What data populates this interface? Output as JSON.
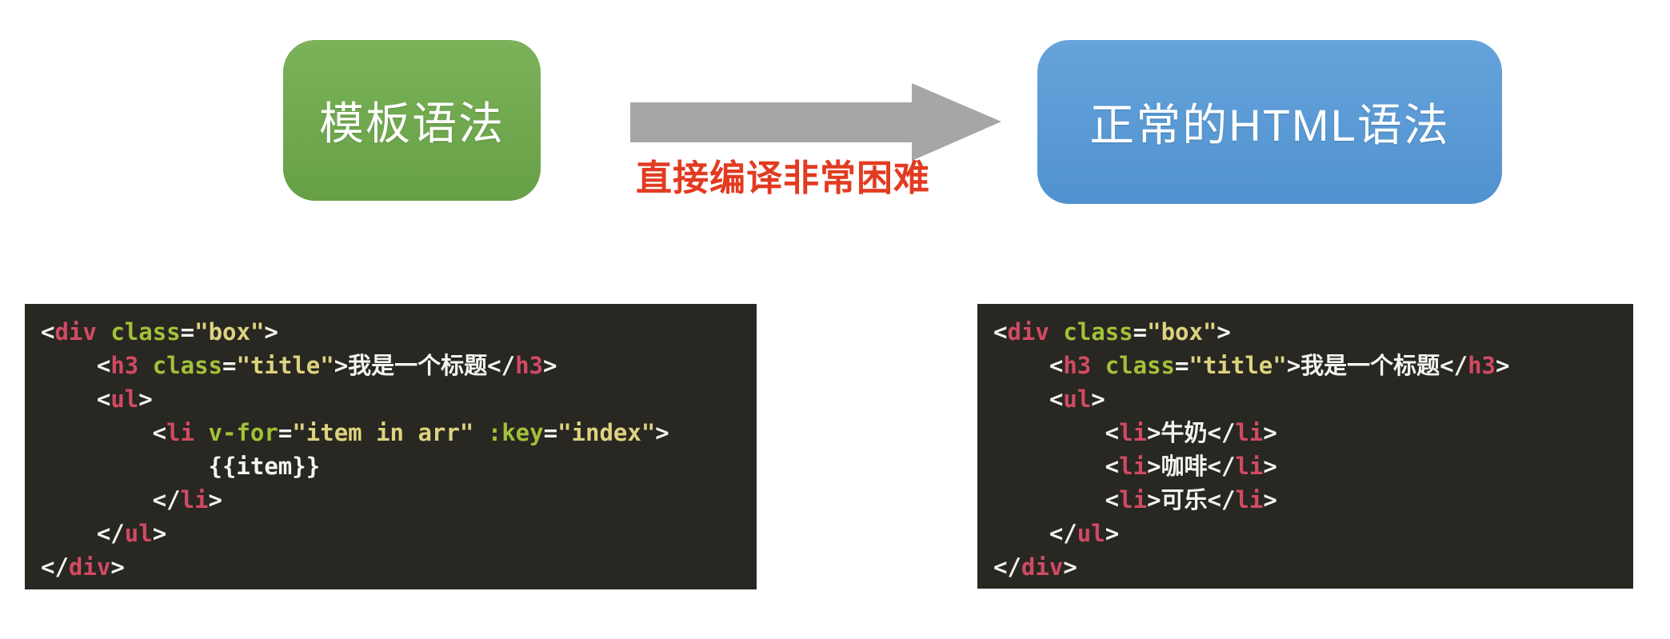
{
  "diagram": {
    "left_box": {
      "label": "模板语法"
    },
    "right_box": {
      "label": "正常的HTML语法"
    },
    "arrow": {
      "label": "直接编译非常困难"
    }
  },
  "colors": {
    "green-top": "#7cb25a",
    "green-bottom": "#66a045",
    "blue-top": "#66a3db",
    "blue-bottom": "#5092cf",
    "arrow-gray": "#a6a6a6",
    "label-red": "#e23b21",
    "code-bg": "#282721",
    "tok-plain": "#f5f4ef",
    "tok-tag": "#d14a63",
    "tok-attr": "#a2c139",
    "tok-str": "#ddd37f"
  },
  "code_blocks": [
    {
      "name": "template-syntax-code",
      "lines": [
        [
          [
            "plain",
            "<"
          ],
          [
            "tag",
            "div"
          ],
          [
            "plain",
            " "
          ],
          [
            "attr",
            "class"
          ],
          [
            "plain",
            "="
          ],
          [
            "str",
            "\"box\""
          ],
          [
            "plain",
            ">"
          ]
        ],
        [
          [
            "plain",
            "    <"
          ],
          [
            "tag",
            "h3"
          ],
          [
            "plain",
            " "
          ],
          [
            "attr",
            "class"
          ],
          [
            "plain",
            "="
          ],
          [
            "str",
            "\"title\""
          ],
          [
            "plain",
            ">我是一个标题</"
          ],
          [
            "tag",
            "h3"
          ],
          [
            "plain",
            ">"
          ]
        ],
        [
          [
            "plain",
            "    <"
          ],
          [
            "tag",
            "ul"
          ],
          [
            "plain",
            ">"
          ]
        ],
        [
          [
            "plain",
            "        <"
          ],
          [
            "tag",
            "li"
          ],
          [
            "plain",
            " "
          ],
          [
            "attr",
            "v-for"
          ],
          [
            "plain",
            "="
          ],
          [
            "str",
            "\"item in arr\""
          ],
          [
            "plain",
            " "
          ],
          [
            "attr",
            ":key"
          ],
          [
            "plain",
            "="
          ],
          [
            "str",
            "\"index\""
          ],
          [
            "plain",
            ">"
          ]
        ],
        [
          [
            "plain",
            "            {{item}}"
          ]
        ],
        [
          [
            "plain",
            "        </"
          ],
          [
            "tag",
            "li"
          ],
          [
            "plain",
            ">"
          ]
        ],
        [
          [
            "plain",
            "    </"
          ],
          [
            "tag",
            "ul"
          ],
          [
            "plain",
            ">"
          ]
        ],
        [
          [
            "plain",
            "</"
          ],
          [
            "tag",
            "div"
          ],
          [
            "plain",
            ">"
          ]
        ]
      ]
    },
    {
      "name": "html-syntax-code",
      "lines": [
        [
          [
            "plain",
            "<"
          ],
          [
            "tag",
            "div"
          ],
          [
            "plain",
            " "
          ],
          [
            "attr",
            "class"
          ],
          [
            "plain",
            "="
          ],
          [
            "str",
            "\"box\""
          ],
          [
            "plain",
            ">"
          ]
        ],
        [
          [
            "plain",
            "    <"
          ],
          [
            "tag",
            "h3"
          ],
          [
            "plain",
            " "
          ],
          [
            "attr",
            "class"
          ],
          [
            "plain",
            "="
          ],
          [
            "str",
            "\"title\""
          ],
          [
            "plain",
            ">我是一个标题</"
          ],
          [
            "tag",
            "h3"
          ],
          [
            "plain",
            ">"
          ]
        ],
        [
          [
            "plain",
            "    <"
          ],
          [
            "tag",
            "ul"
          ],
          [
            "plain",
            ">"
          ]
        ],
        [
          [
            "plain",
            "        <"
          ],
          [
            "tag",
            "li"
          ],
          [
            "plain",
            ">牛奶</"
          ],
          [
            "tag",
            "li"
          ],
          [
            "plain",
            ">"
          ]
        ],
        [
          [
            "plain",
            "        <"
          ],
          [
            "tag",
            "li"
          ],
          [
            "plain",
            ">咖啡</"
          ],
          [
            "tag",
            "li"
          ],
          [
            "plain",
            ">"
          ]
        ],
        [
          [
            "plain",
            "        <"
          ],
          [
            "tag",
            "li"
          ],
          [
            "plain",
            ">可乐</"
          ],
          [
            "tag",
            "li"
          ],
          [
            "plain",
            ">"
          ]
        ],
        [
          [
            "plain",
            "    </"
          ],
          [
            "tag",
            "ul"
          ],
          [
            "plain",
            ">"
          ]
        ],
        [
          [
            "plain",
            "</"
          ],
          [
            "tag",
            "div"
          ],
          [
            "plain",
            ">"
          ]
        ]
      ]
    }
  ]
}
